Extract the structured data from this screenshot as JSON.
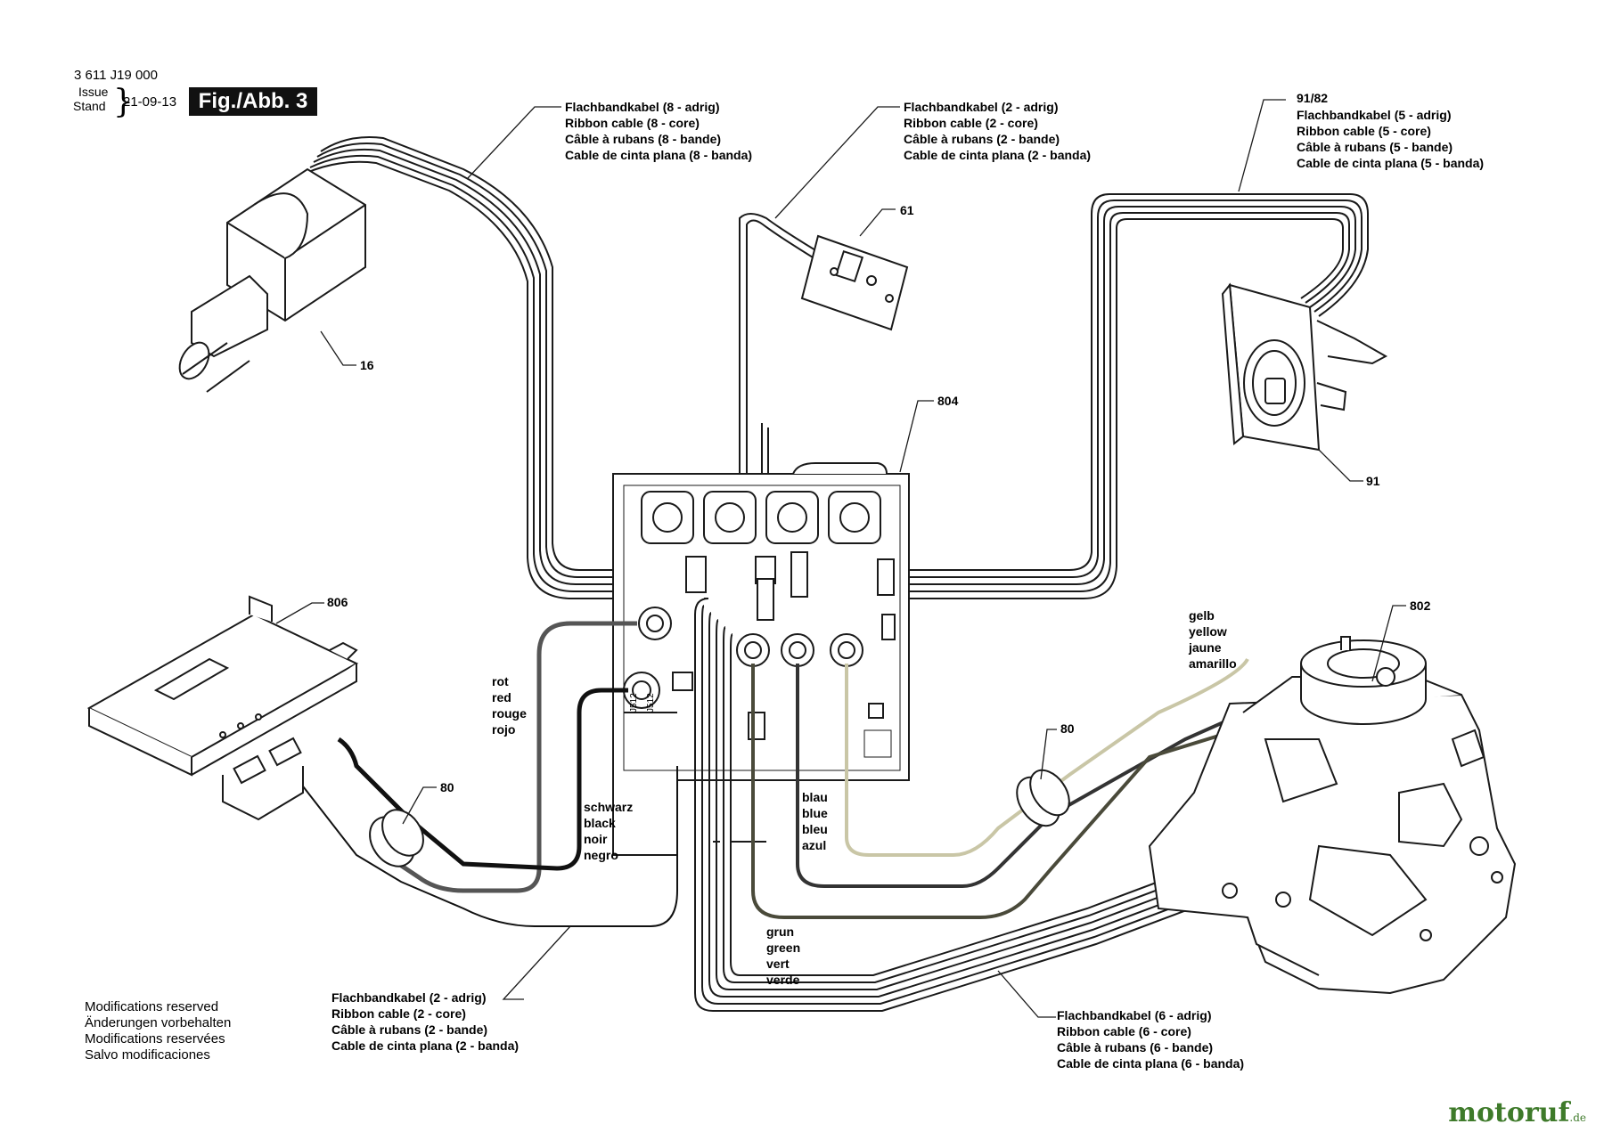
{
  "header": {
    "part_number": "3 611 J19 000",
    "issue_label": "Issue",
    "stand_label": "Stand",
    "date": "21-09-13",
    "figure": "Fig./Abb. 3"
  },
  "cables": {
    "c8": [
      "Flachbandkabel (8 - adrig)",
      "Ribbon cable (8 - core)",
      "Câble à rubans (8 - bande)",
      "Cable de cinta plana (8 - banda)"
    ],
    "c2_top": [
      "Flachbandkabel (2 - adrig)",
      "Ribbon cable (2 - core)",
      "Câble à rubans (2 - bande)",
      "Cable de cinta plana (2 - banda)"
    ],
    "c5": [
      "Flachbandkabel (5 - adrig)",
      "Ribbon cable (5 - core)",
      "Câble à rubans (5 - bande)",
      "Cable de cinta plana (5 - banda)"
    ],
    "c2_bottom": [
      "Flachbandkabel (2 - adrig)",
      "Ribbon cable (2 - core)",
      "Câble à rubans (2 - bande)",
      "Cable de cinta plana (2 - banda)"
    ],
    "c6": [
      "Flachbandkabel (6 - adrig)",
      "Ribbon cable (6 - core)",
      "Câble à rubans (6 - bande)",
      "Cable de cinta plana (6 - banda)"
    ]
  },
  "colors": {
    "red": [
      "rot",
      "red",
      "rouge",
      "rojo"
    ],
    "black": [
      "schwarz",
      "black",
      "noir",
      "negro"
    ],
    "blue": [
      "blau",
      "blue",
      "bleu",
      "azul"
    ],
    "yellow": [
      "gelb",
      "yellow",
      "jaune",
      "amarillo"
    ],
    "green": [
      "grun",
      "green",
      "vert",
      "verde"
    ]
  },
  "parts": {
    "p16": "16",
    "p61": "61",
    "p91_82": "91/82",
    "p91": "91",
    "p804": "804",
    "p806": "806",
    "p802": "802",
    "p80a": "80",
    "p80b": "80"
  },
  "board_labels": {
    "j512a": "J512",
    "j512b": "J512"
  },
  "footer": {
    "notes": [
      "Modifications reserved",
      "Änderungen vorbehalten",
      "Modifications reservées",
      "Salvo modificaciones"
    ],
    "logo_main": "motoruf",
    "logo_suffix": ".de"
  },
  "palette": {
    "line": "#1a1a1a",
    "wire_yellow": "#c9c6a6",
    "wire_green": "#4a4a3a",
    "logo_green": "#3e7a2a"
  }
}
